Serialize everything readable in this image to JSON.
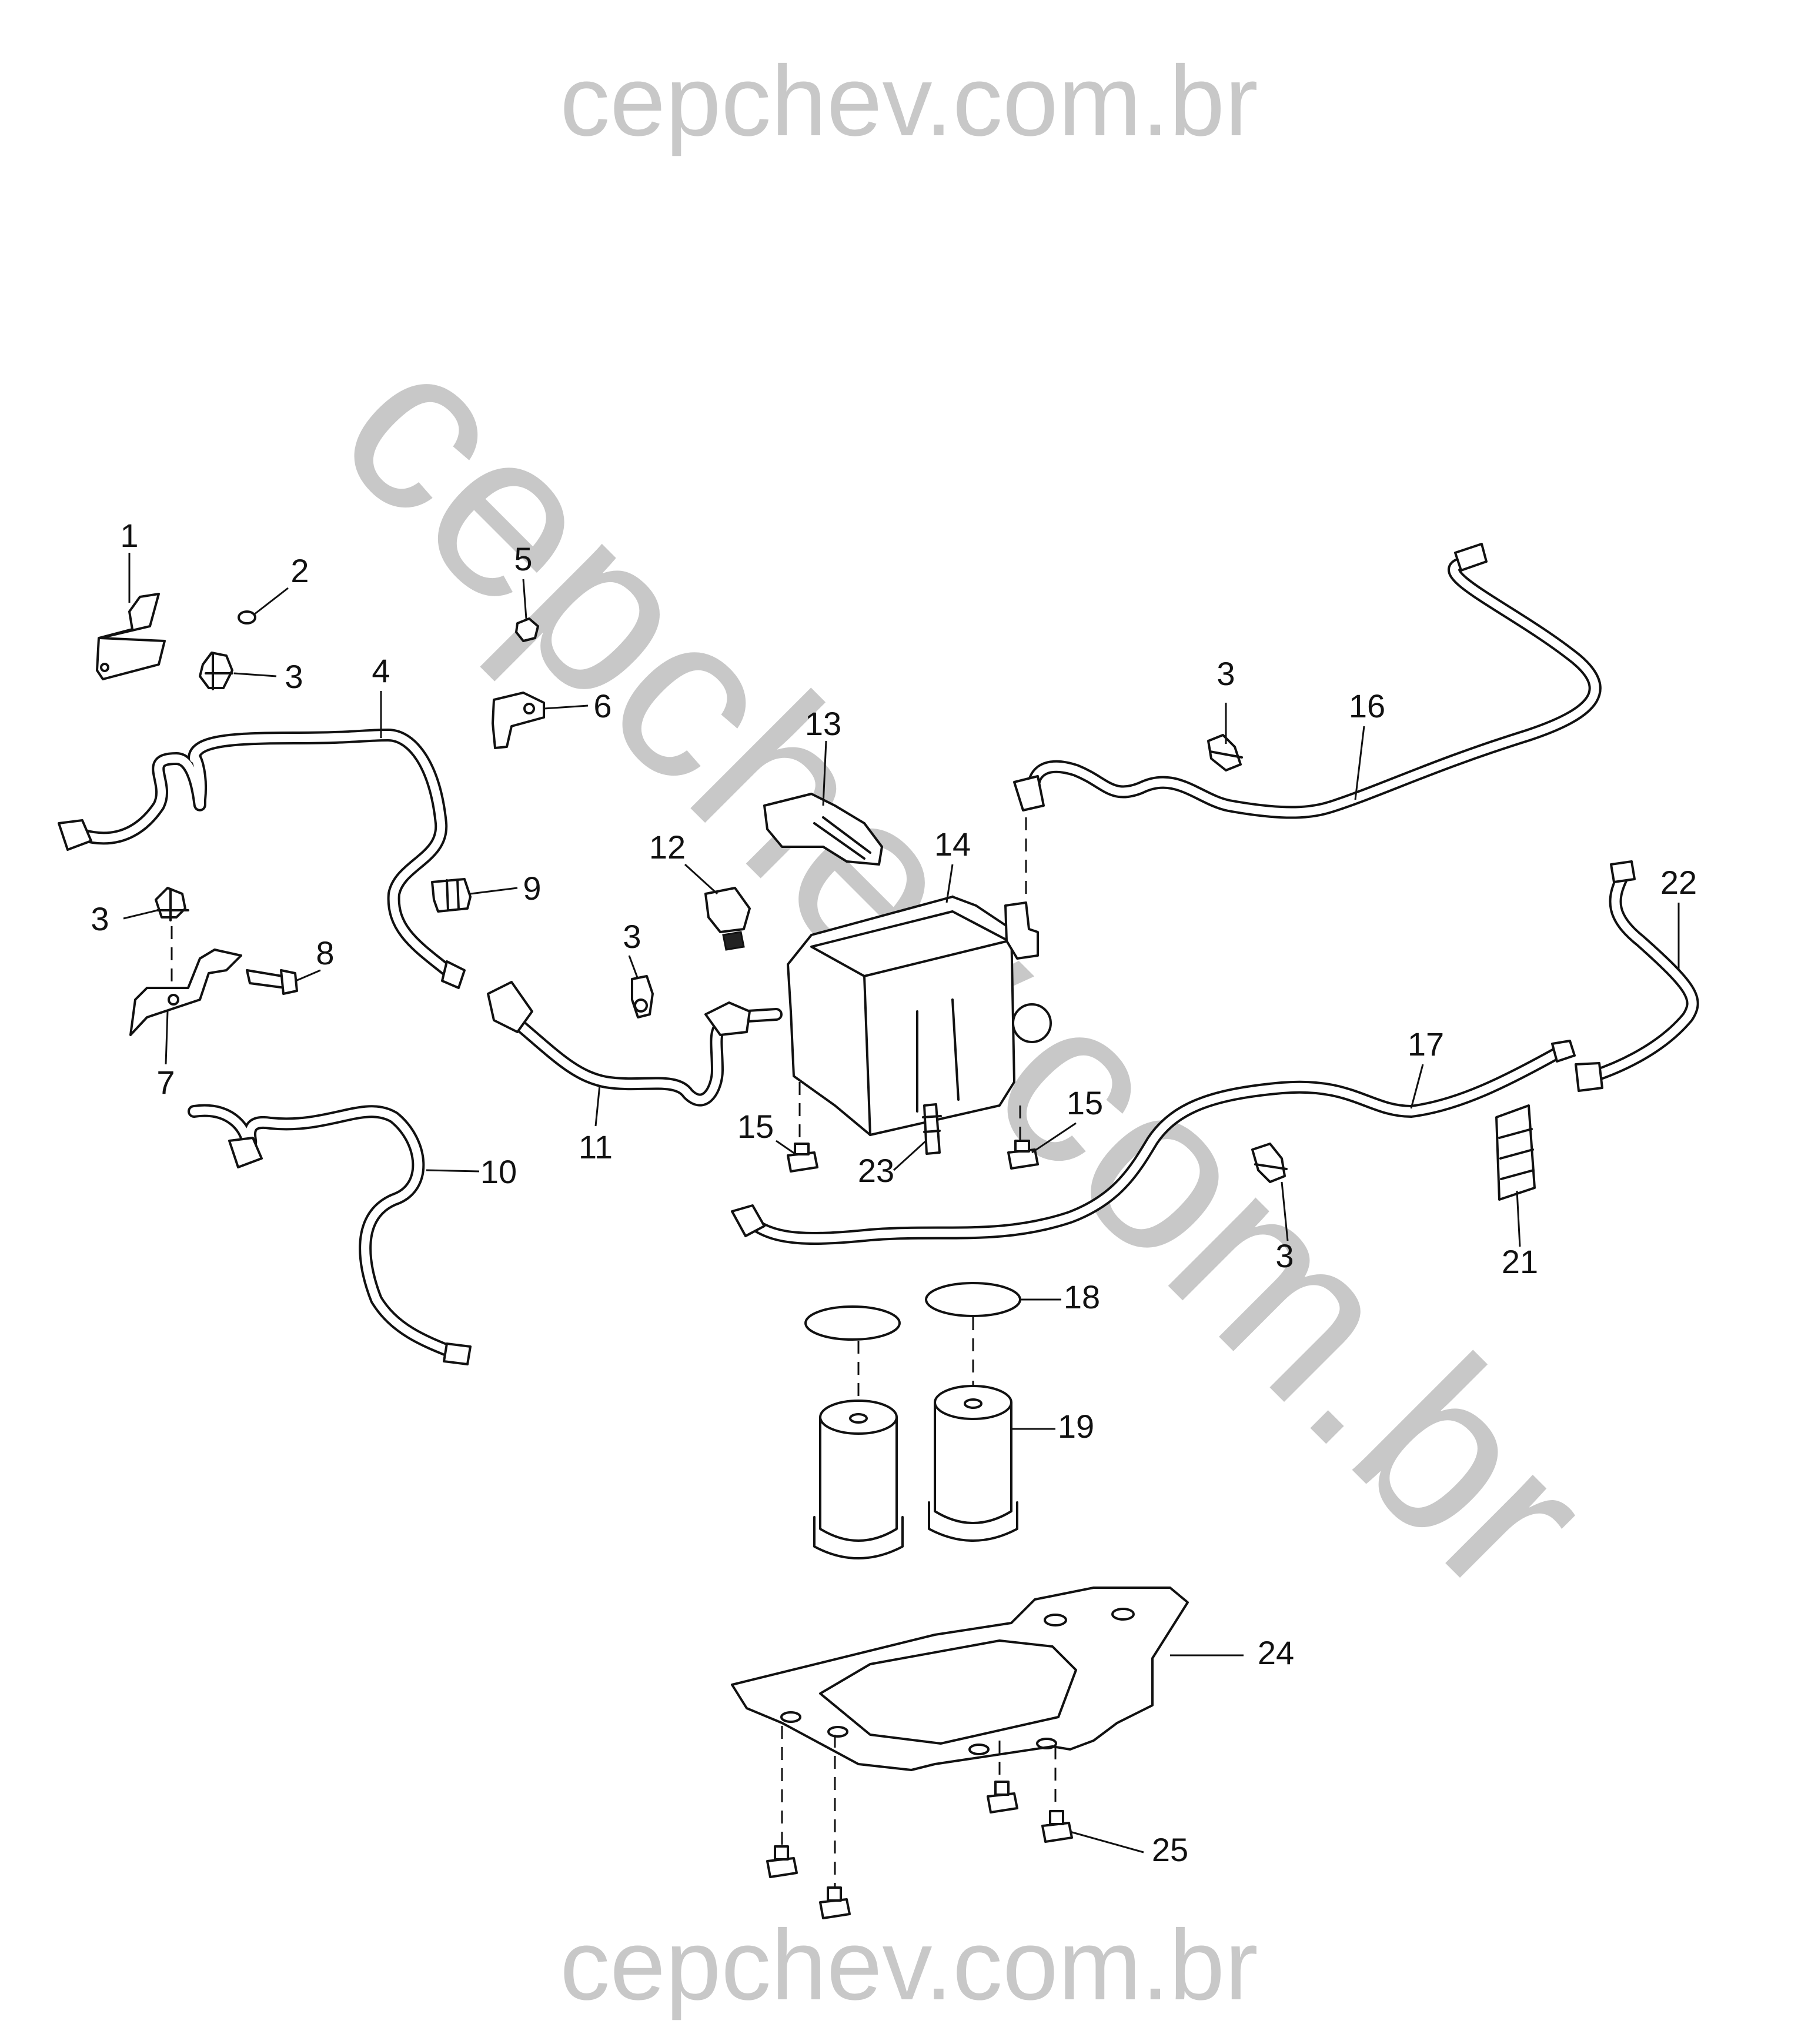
{
  "watermark": {
    "top": "cepchev.com.br",
    "diagonal": "cepchev.com.br",
    "bottom": "cepchev.com.br"
  },
  "callouts": [
    {
      "id": "c1",
      "label": "1"
    },
    {
      "id": "c2",
      "label": "2"
    },
    {
      "id": "c3a",
      "label": "3"
    },
    {
      "id": "c4",
      "label": "4"
    },
    {
      "id": "c5",
      "label": "5"
    },
    {
      "id": "c6",
      "label": "6"
    },
    {
      "id": "c3b",
      "label": "3"
    },
    {
      "id": "c8",
      "label": "8"
    },
    {
      "id": "c7",
      "label": "7"
    },
    {
      "id": "c9",
      "label": "9"
    },
    {
      "id": "c10",
      "label": "10"
    },
    {
      "id": "c11",
      "label": "11"
    },
    {
      "id": "c3c",
      "label": "3"
    },
    {
      "id": "c12",
      "label": "12"
    },
    {
      "id": "c13",
      "label": "13"
    },
    {
      "id": "c14",
      "label": "14"
    },
    {
      "id": "c15a",
      "label": "15"
    },
    {
      "id": "c23",
      "label": "23"
    },
    {
      "id": "c15b",
      "label": "15"
    },
    {
      "id": "c3d",
      "label": "3"
    },
    {
      "id": "c16",
      "label": "16"
    },
    {
      "id": "c22",
      "label": "22"
    },
    {
      "id": "c17",
      "label": "17"
    },
    {
      "id": "c3e",
      "label": "3"
    },
    {
      "id": "c21",
      "label": "21"
    },
    {
      "id": "c18",
      "label": "18"
    },
    {
      "id": "c19",
      "label": "19"
    },
    {
      "id": "c24",
      "label": "24"
    },
    {
      "id": "c25",
      "label": "25"
    }
  ]
}
